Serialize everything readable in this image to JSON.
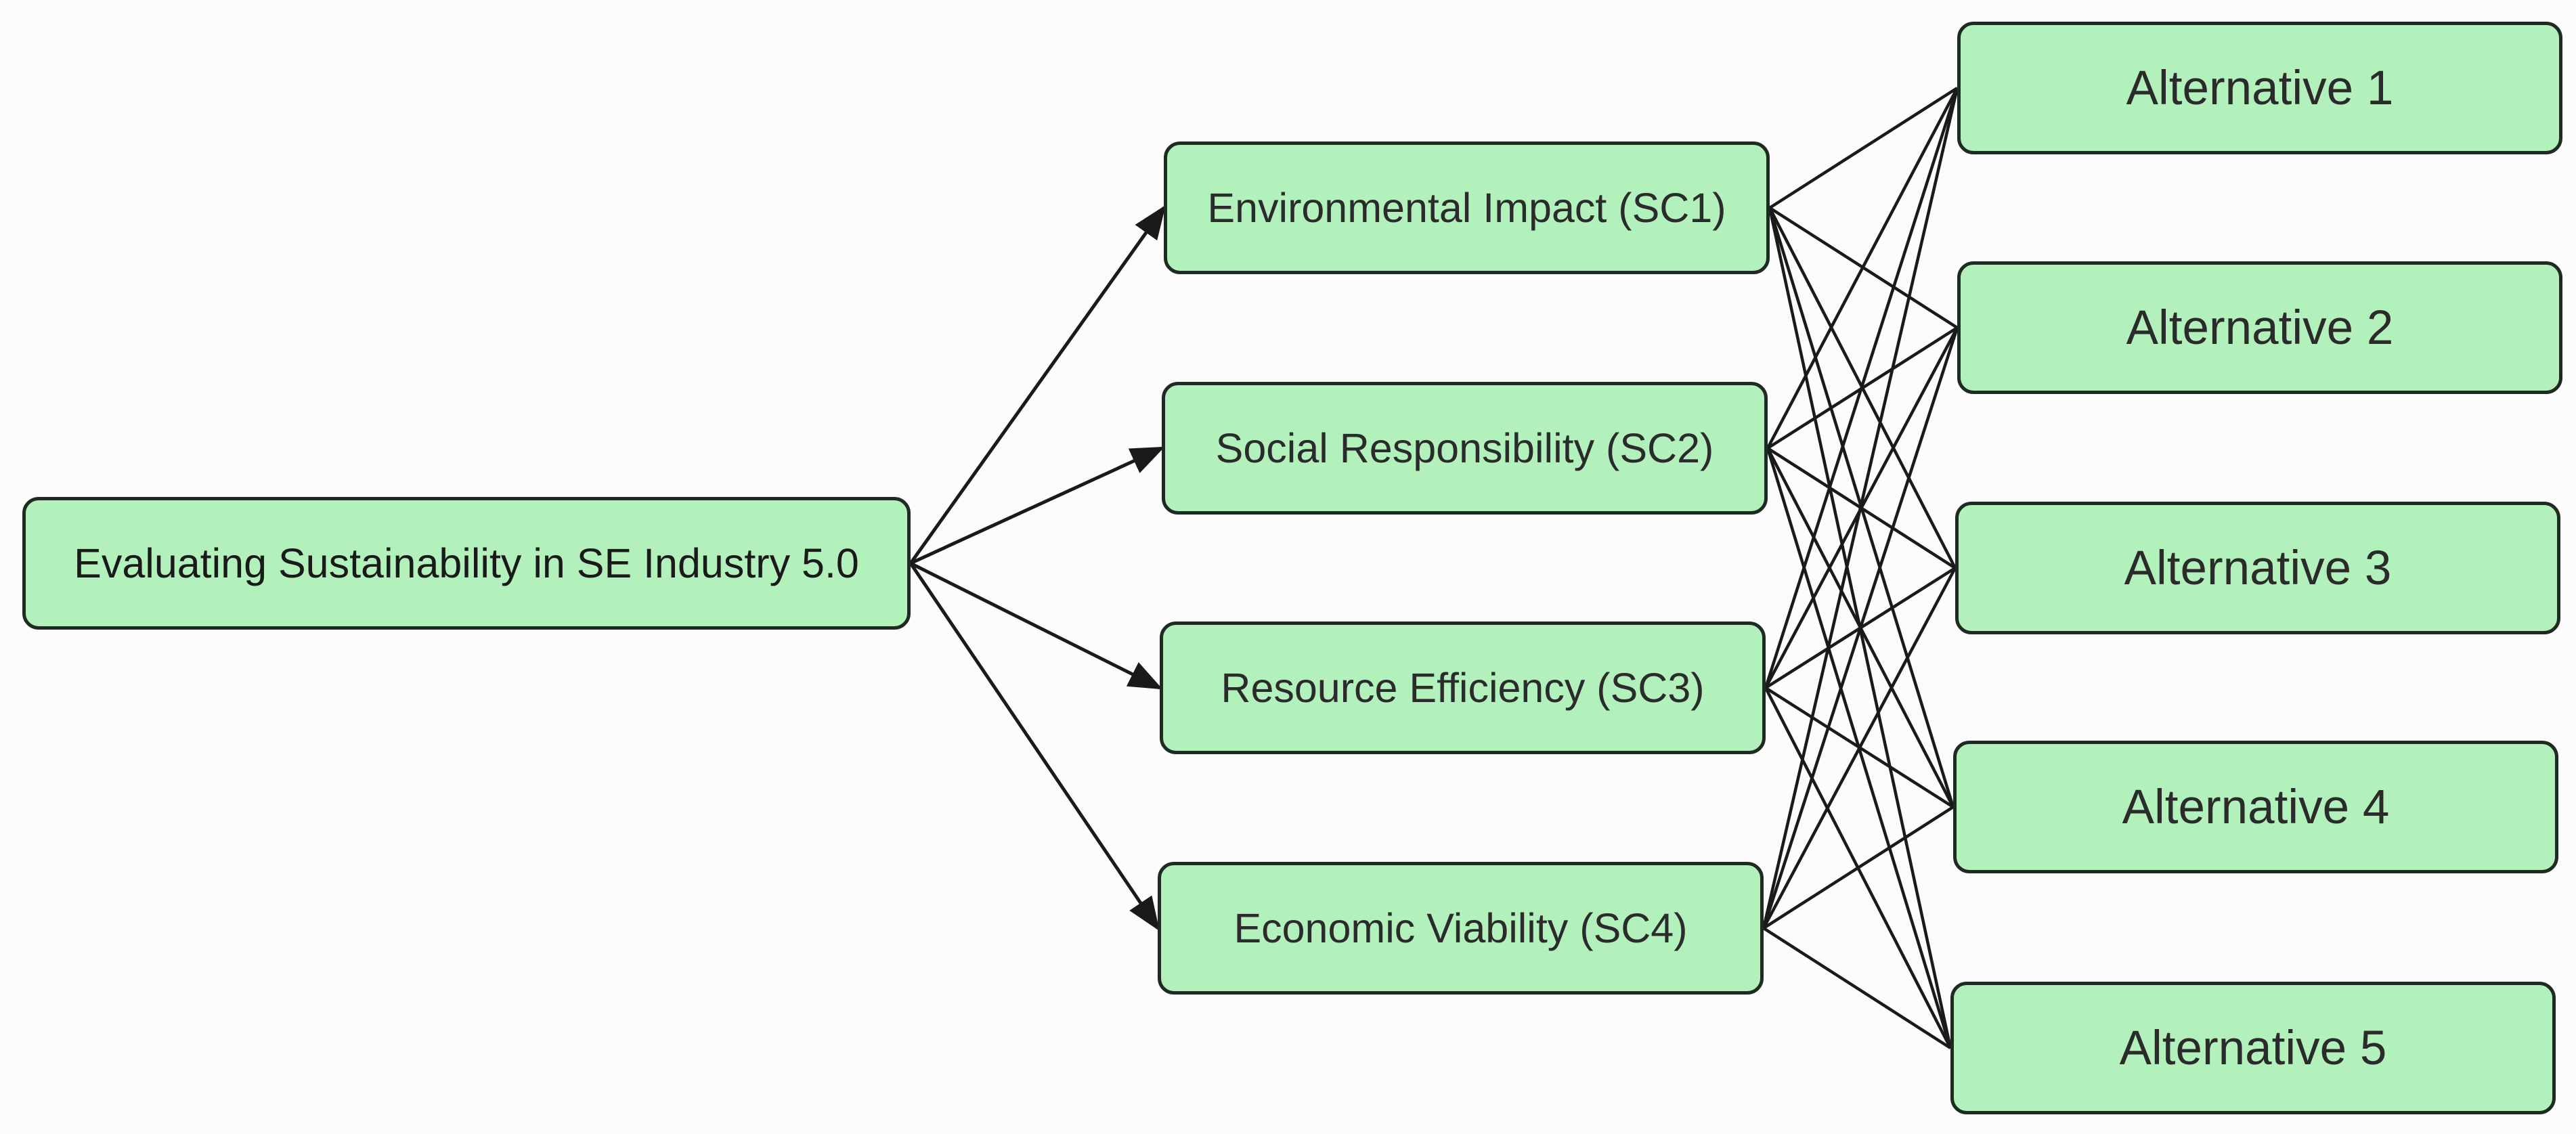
{
  "diagram": {
    "goal": {
      "label": "Evaluating Sustainability in SE Industry 5.0"
    },
    "criteria": [
      {
        "id": "sc1",
        "label": "Environmental Impact (SC1)"
      },
      {
        "id": "sc2",
        "label": "Social Responsibility (SC2)"
      },
      {
        "id": "sc3",
        "label": "Resource Efficiency (SC3)"
      },
      {
        "id": "sc4",
        "label": "Economic Viability (SC4)"
      }
    ],
    "alternatives": [
      {
        "id": "alt1",
        "label": "Alternative 1"
      },
      {
        "id": "alt2",
        "label": "Alternative 2"
      },
      {
        "id": "alt3",
        "label": "Alternative 3"
      },
      {
        "id": "alt4",
        "label": "Alternative 4"
      },
      {
        "id": "alt5",
        "label": "Alternative 5"
      }
    ],
    "edges": {
      "goal_to_criteria": [
        {
          "from": "goal",
          "to": "sc1"
        },
        {
          "from": "goal",
          "to": "sc2"
        },
        {
          "from": "goal",
          "to": "sc3"
        },
        {
          "from": "goal",
          "to": "sc4"
        }
      ],
      "criteria_to_alternatives": [
        {
          "from": "sc1",
          "to": "alt1"
        },
        {
          "from": "sc1",
          "to": "alt2"
        },
        {
          "from": "sc1",
          "to": "alt3"
        },
        {
          "from": "sc1",
          "to": "alt4"
        },
        {
          "from": "sc1",
          "to": "alt5"
        },
        {
          "from": "sc2",
          "to": "alt1"
        },
        {
          "from": "sc2",
          "to": "alt2"
        },
        {
          "from": "sc2",
          "to": "alt3"
        },
        {
          "from": "sc2",
          "to": "alt4"
        },
        {
          "from": "sc2",
          "to": "alt5"
        },
        {
          "from": "sc3",
          "to": "alt1"
        },
        {
          "from": "sc3",
          "to": "alt2"
        },
        {
          "from": "sc3",
          "to": "alt3"
        },
        {
          "from": "sc3",
          "to": "alt4"
        },
        {
          "from": "sc3",
          "to": "alt5"
        },
        {
          "from": "sc4",
          "to": "alt1"
        },
        {
          "from": "sc4",
          "to": "alt2"
        },
        {
          "from": "sc4",
          "to": "alt3"
        },
        {
          "from": "sc4",
          "to": "alt4"
        },
        {
          "from": "sc4",
          "to": "alt5"
        }
      ]
    },
    "colors": {
      "node_fill": "#b3f1bc",
      "node_border": "#1f2a22",
      "edge": "#1a1a1a",
      "background": "#fcfcfc"
    }
  }
}
